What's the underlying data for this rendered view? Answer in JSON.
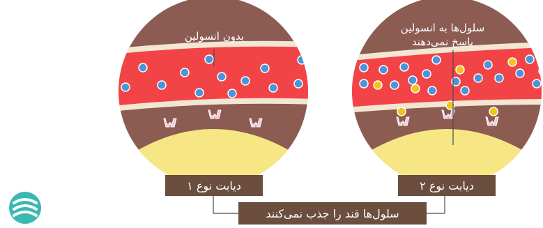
{
  "left_circle": {
    "caption": "بدون انسولین"
  },
  "right_circle": {
    "caption_line1": "سلول‌ها به انسولین",
    "caption_line2": "پاسخ نمی‌دهند"
  },
  "labels": {
    "type1": "دیابت نوع ۱",
    "type2": "دیابت نوع ۲",
    "shared": "سلول‌ها قند را جذب نمی‌کنند"
  },
  "colors": {
    "circle_bg": "#8c5c52",
    "vessel": "#f24447",
    "vessel_edge": "#f3e6d2",
    "cell": "#f6e784",
    "glucose_dot": "#4a95da",
    "insulin_dot": "#f3c51c",
    "receptor": "#f4c5d6",
    "label_bg": "#6b4e3e",
    "connector": "#4a4a4a",
    "logo": "#3bb8b0"
  }
}
